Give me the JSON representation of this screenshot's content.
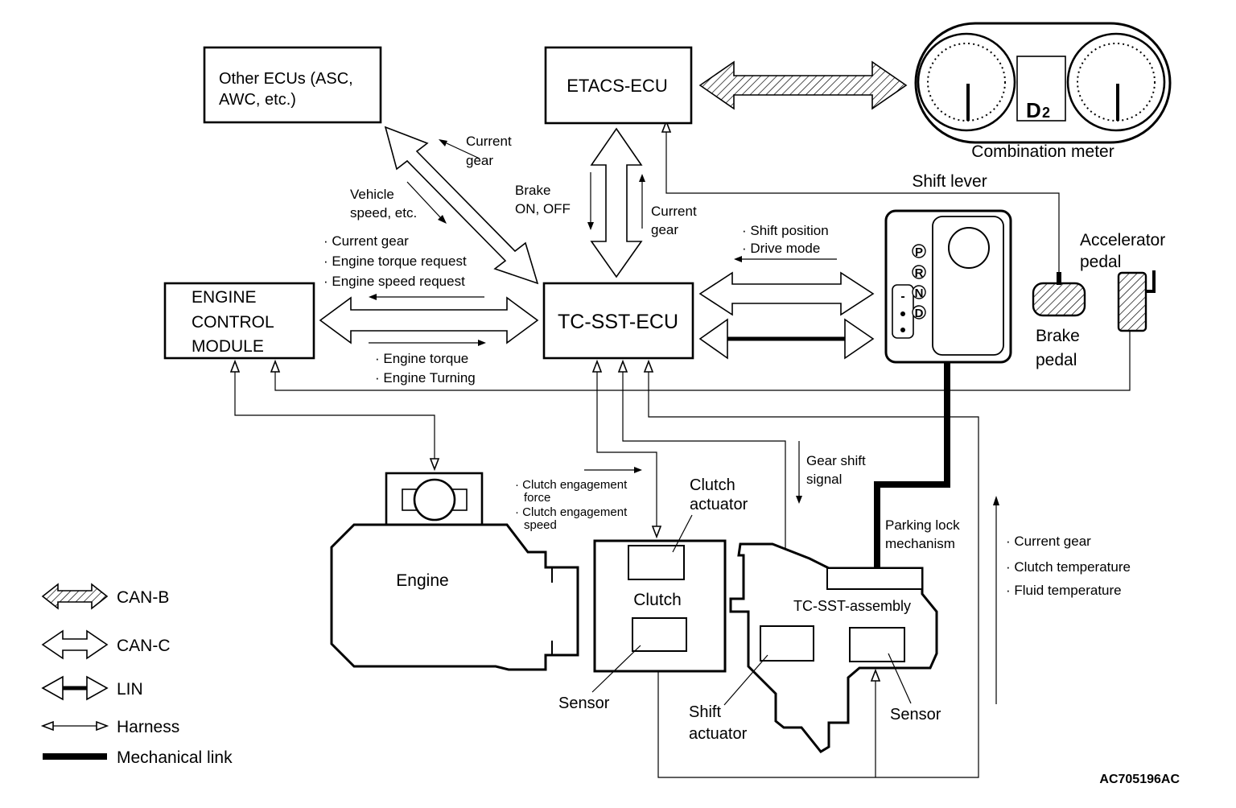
{
  "blocks": {
    "other_ecus_l1": "Other ECUs (ASC,",
    "other_ecus_l2": "AWC, etc.)",
    "etacs": "ETACS-ECU",
    "tcsst_ecu": "TC-SST-ECU",
    "ecm_l1": "ENGINE",
    "ecm_l2": "CONTROL",
    "ecm_l3": "MODULE",
    "combination_meter": "Combination meter",
    "meter_gear": "D",
    "meter_gear_sub": "2",
    "shift_lever": "Shift lever",
    "accel_l1": "Accelerator",
    "accel_l2": "pedal",
    "brake_l1": "Brake",
    "brake_l2": "pedal",
    "engine": "Engine",
    "clutch_l1": "Clutch",
    "clutch_actuator_l1": "Clutch",
    "clutch_actuator_l2": "actuator",
    "clutch_sensor": "Sensor",
    "assembly": "TC-SST-assembly",
    "shift_actuator_l1": "Shift",
    "shift_actuator_l2": "actuator",
    "assembly_sensor": "Sensor",
    "parking_l1": "Parking lock",
    "parking_l2": "mechanism",
    "gate_p": "P",
    "gate_r": "R",
    "gate_n": "N",
    "gate_d": "D",
    "gate_minus": "-"
  },
  "signals": {
    "current_gear_l1": "Current",
    "current_gear_l2": "gear",
    "vehicle_speed_l1": "Vehicle",
    "vehicle_speed_l2": "speed, etc.",
    "brake_l1": "Brake",
    "brake_l2": "ON, OFF",
    "etacs_current_l1": "Current",
    "etacs_current_l2": "gear",
    "to_ecm_1": "· Current gear",
    "to_ecm_2": "· Engine torque request",
    "to_ecm_3": "· Engine speed request",
    "from_ecm_1": "· Engine torque",
    "from_ecm_2": "· Engine Turning",
    "shift_pos_1": "· Shift position",
    "shift_pos_2": "· Drive mode",
    "clutch_force_1": "· Clutch engagement",
    "clutch_force_2": "force",
    "clutch_speed_1": "· Clutch engagement",
    "clutch_speed_2": "speed",
    "gear_shift_1": "Gear shift",
    "gear_shift_2": "signal",
    "feedback_1": "· Current gear",
    "feedback_2": "· Clutch temperature",
    "feedback_3": "· Fluid temperature"
  },
  "legend": {
    "can_b": "CAN-B",
    "can_c": "CAN-C",
    "lin": "LIN",
    "harness": "Harness",
    "mechanical": "Mechanical link"
  },
  "figure_id": "AC705196AC"
}
